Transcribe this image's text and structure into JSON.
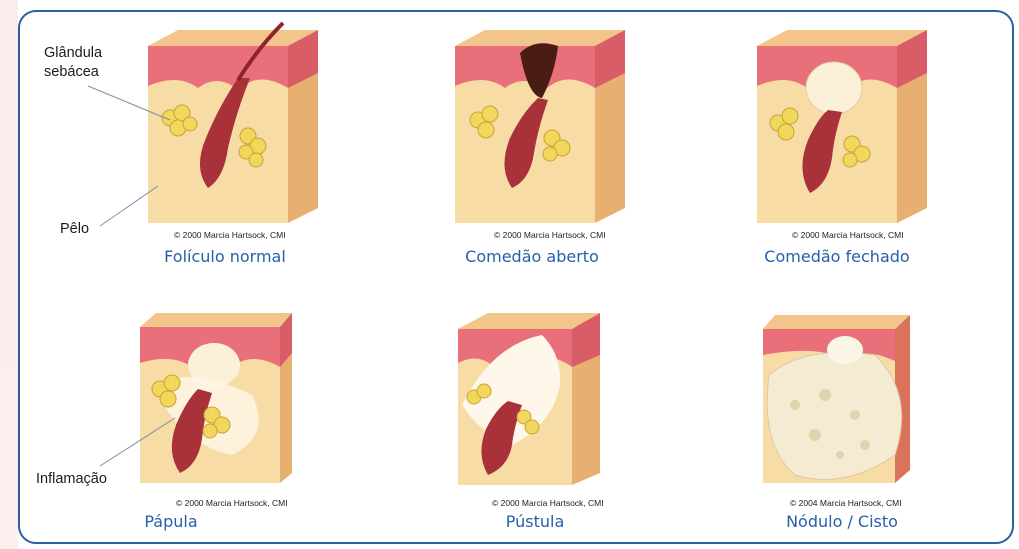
{
  "labels": {
    "gland_line1": "Glândula",
    "gland_line2": "sebácea",
    "hair": "Pêlo",
    "inflammation": "Inflamação"
  },
  "panels": [
    {
      "caption": "Folículo normal",
      "copyright": "© 2000 Marcia Hartsock, CMI"
    },
    {
      "caption": "Comedão aberto",
      "copyright": "© 2000 Marcia Hartsock, CMI"
    },
    {
      "caption": "Comedão fechado",
      "copyright": "© 2000 Marcia Hartsock, CMI"
    },
    {
      "caption": "Pápula",
      "copyright": "© 2000 Marcia Hartsock, CMI"
    },
    {
      "caption": "Pústula",
      "copyright": "© 2000 Marcia Hartsock, CMI"
    },
    {
      "caption": "Nódulo / Cisto",
      "copyright": "© 2004 Marcia Hartsock, CMI"
    }
  ],
  "colors": {
    "frame": "#2b5f9e",
    "caption": "#2760a8",
    "skin_top": "#e9707a",
    "dermis": "#f7dca6",
    "follicle": "#a8313a",
    "sebum": "#f2d85a"
  }
}
